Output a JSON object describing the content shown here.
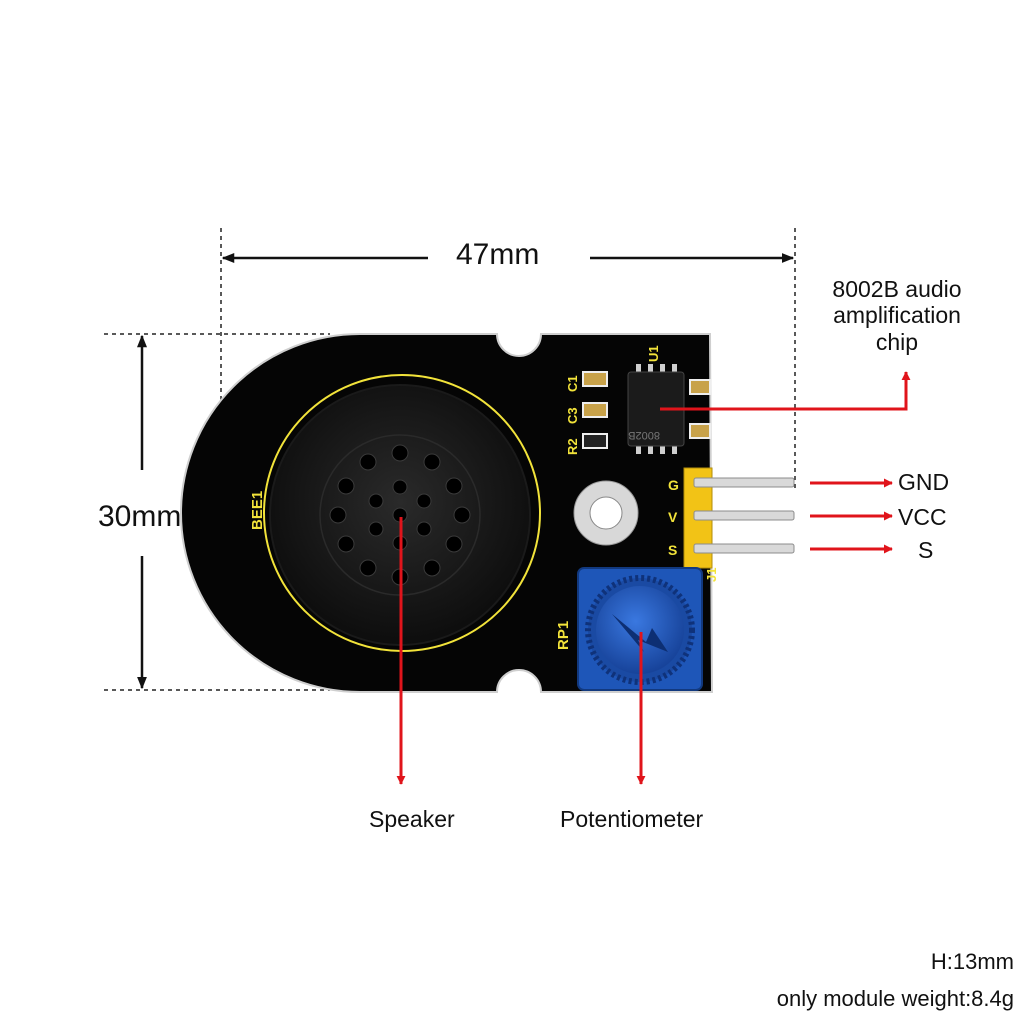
{
  "dimensions": {
    "width_label": "47mm",
    "height_label": "30mm"
  },
  "callouts": {
    "chip": [
      "8002B audio",
      "amplification",
      "chip"
    ],
    "speaker": "Speaker",
    "potentiometer": "Potentiometer"
  },
  "pins": [
    "GND",
    "VCC",
    "S"
  ],
  "specs": {
    "height": "H:13mm",
    "weight": "only module weight:8.4g"
  },
  "silkscreen": {
    "speaker_ref": "BEE1",
    "chip_ref": "U1",
    "pot_ref": "RP1",
    "header_ref": "J1",
    "header_pins": [
      "G",
      "V",
      "S"
    ],
    "c1": "C1",
    "c3": "C3",
    "r2": "R2",
    "chip_marking": "8002B"
  },
  "colors": {
    "pcb": "#050505",
    "silkscreen": "#f2e33a",
    "arrow": "#e0141b",
    "pot_body": "#1e56b8",
    "header": "#f2c316"
  }
}
